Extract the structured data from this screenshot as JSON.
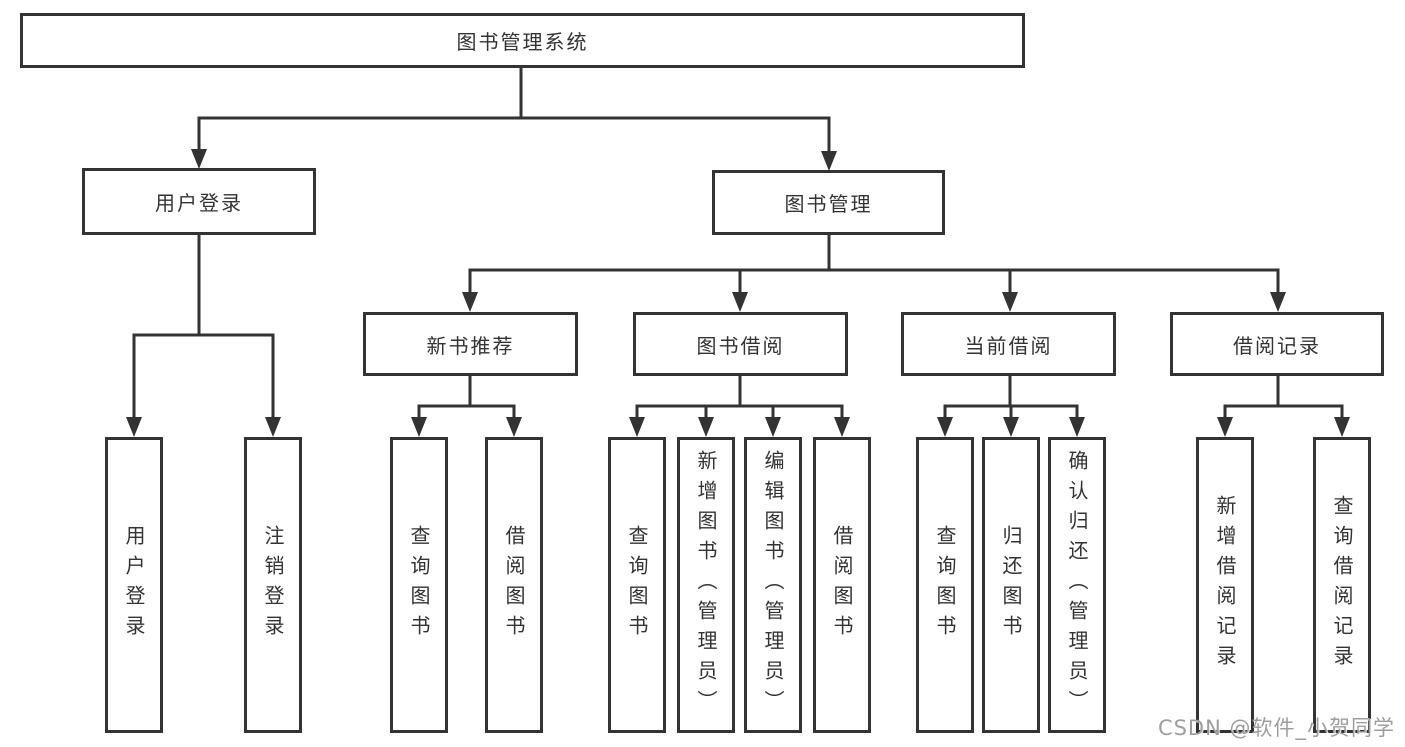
{
  "tree": {
    "label": "图书管理系统",
    "children": [
      {
        "label": "用户登录",
        "children": [
          {
            "label": "用户登录"
          },
          {
            "label": "注销登录"
          }
        ]
      },
      {
        "label": "图书管理",
        "children": [
          {
            "label": "新书推荐",
            "children": [
              {
                "label": "查询图书"
              },
              {
                "label": "借阅图书"
              }
            ]
          },
          {
            "label": "图书借阅",
            "children": [
              {
                "label": "查询图书"
              },
              {
                "label": "新增图书（管理员）"
              },
              {
                "label": "编辑图书（管理员）"
              },
              {
                "label": "借阅图书"
              }
            ]
          },
          {
            "label": "当前借阅",
            "children": [
              {
                "label": "查询图书"
              },
              {
                "label": "归还图书"
              },
              {
                "label": "确认归还（管理员）"
              }
            ]
          },
          {
            "label": "借阅记录",
            "children": [
              {
                "label": "新增借阅记录"
              },
              {
                "label": "查询借阅记录"
              }
            ]
          }
        ]
      }
    ]
  },
  "watermark": {
    "text": "CSDN @软件_小贺同学"
  },
  "colors": {
    "line": "#333333",
    "box_border": "#333333",
    "text": "#333333",
    "background": "#ffffff",
    "watermark": "#9e9e9e"
  }
}
